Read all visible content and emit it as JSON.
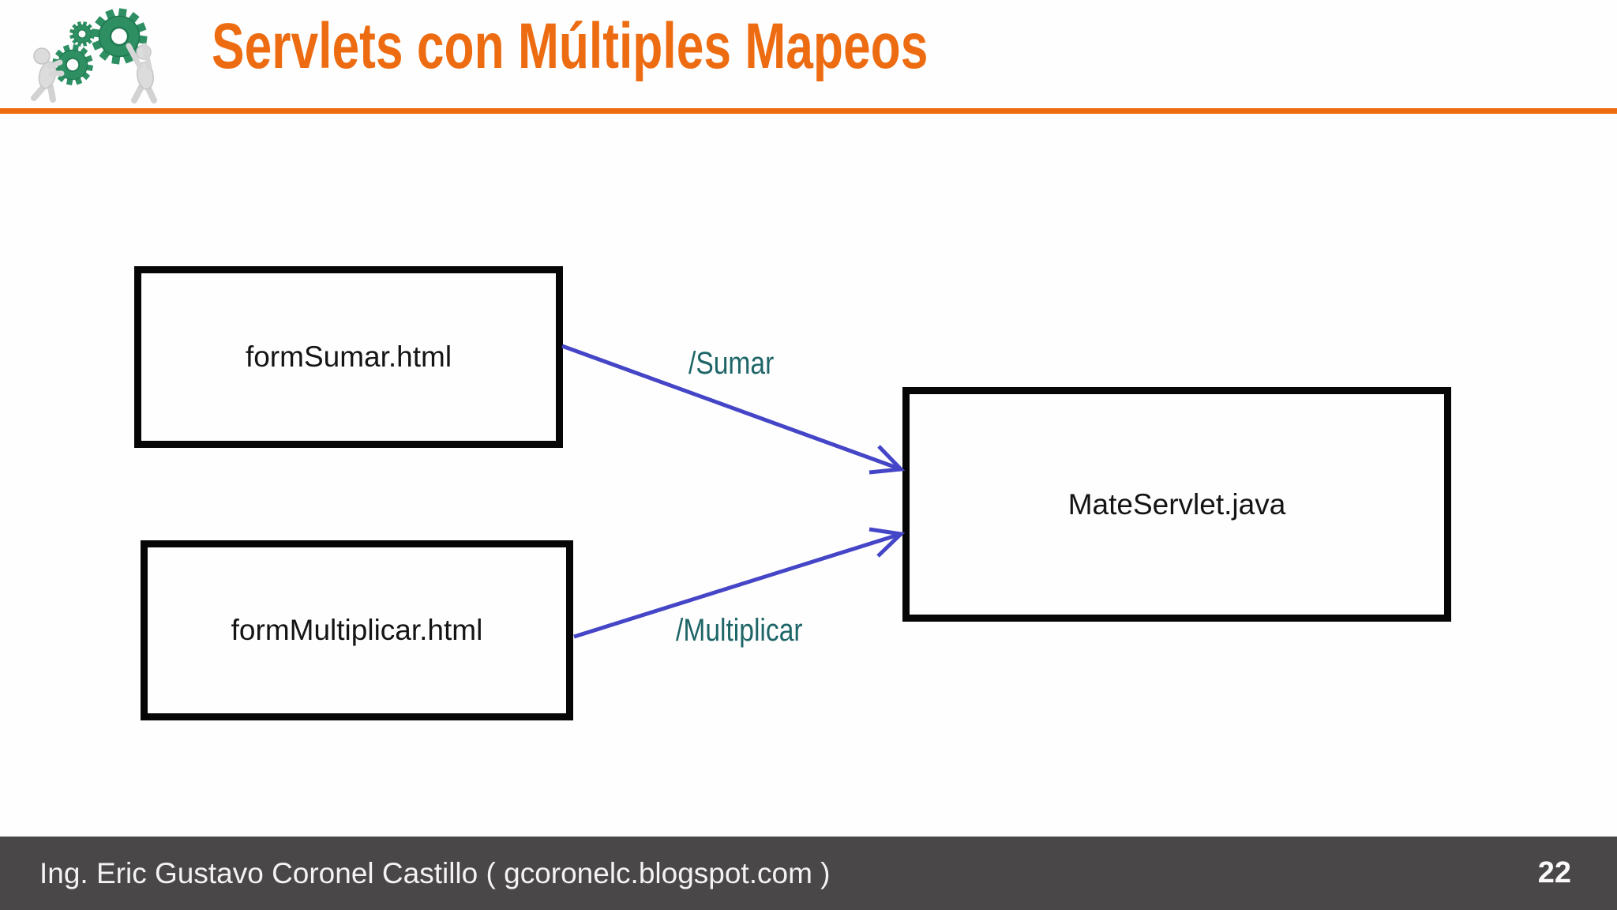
{
  "slide": {
    "title": "Servlets con Múltiples Mapeos",
    "background": "#FEFEFE",
    "accent_color": "#ED6C12"
  },
  "logo": {
    "description": "two gray 3d figures pushing and holding three green gears",
    "gear_color": "#2E8F63",
    "figure_color": "#DCDCDC"
  },
  "diagram": {
    "nodes": [
      {
        "id": "formSumar",
        "label": "formSumar.html"
      },
      {
        "id": "formMultiplicar",
        "label": "formMultiplicar.html"
      },
      {
        "id": "mateServlet",
        "label": "MateServlet.java"
      }
    ],
    "edges": [
      {
        "from": "formSumar",
        "to": "mateServlet",
        "label": "/Sumar",
        "color": "#4545C7",
        "label_color": "#1E6567"
      },
      {
        "from": "formMultiplicar",
        "to": "mateServlet",
        "label": "/Multiplicar",
        "color": "#4545C7",
        "label_color": "#1E6567"
      }
    ],
    "node_border_color": "#060606"
  },
  "footer": {
    "text": "Ing. Eric Gustavo Coronel Castillo ( gcoronelc.blogspot.com )",
    "page_number": "22",
    "background": "#4A4748",
    "text_color": "#F3F3F3"
  }
}
